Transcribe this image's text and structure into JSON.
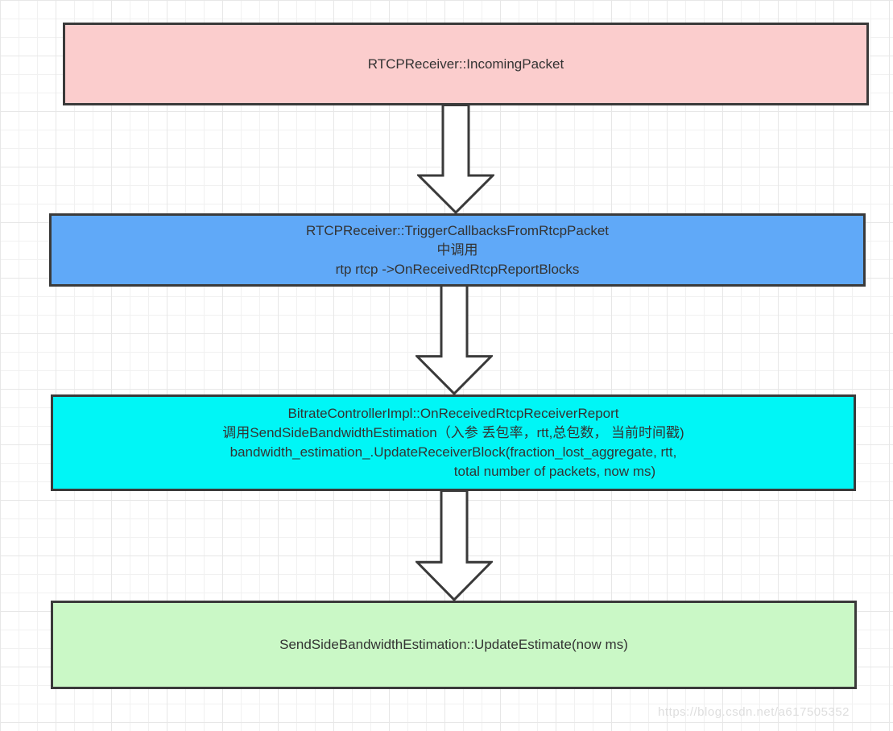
{
  "diagram": {
    "colors": {
      "border": "#3a3a3a",
      "text": "#333333",
      "watermark": "#dedede",
      "node_incoming_packet_fill": "#fbcdcd",
      "node_trigger_callbacks_fill": "#60a9f8",
      "node_receiver_report_fill": "#00f6f6",
      "node_update_estimate_fill": "#caf8c6"
    },
    "nodes": [
      {
        "id": "rtcp-receiver-incoming-packet",
        "fill": "#fbcdcd",
        "lines": [
          "RTCPReceiver::IncomingPacket"
        ]
      },
      {
        "id": "rtcp-receiver-trigger-callbacks",
        "fill": "#60a9f8",
        "lines": [
          "RTCPReceiver::TriggerCallbacksFromRtcpPacket",
          "中调用",
          "rtp rtcp ->OnReceivedRtcpReportBlocks"
        ]
      },
      {
        "id": "bitrate-controller-on-received-rtcp-receiver-report",
        "fill": "#00f6f6",
        "lines": [
          "BitrateControllerImpl::OnReceivedRtcpReceiverReport",
          "调用SendSideBandwidthEstimation（入参 丢包率，rtt,总包数， 当前时间戳)",
          "bandwidth_estimation_.UpdateReceiverBlock(fraction_lost_aggregate, rtt,",
          "total number of packets, now ms)"
        ]
      },
      {
        "id": "send-side-bandwidth-estimation-update-estimate",
        "fill": "#caf8c6",
        "lines": [
          "SendSideBandwidthEstimation::UpdateEstimate(now ms)"
        ]
      }
    ],
    "watermark": "https://blog.csdn.net/a617505352"
  }
}
